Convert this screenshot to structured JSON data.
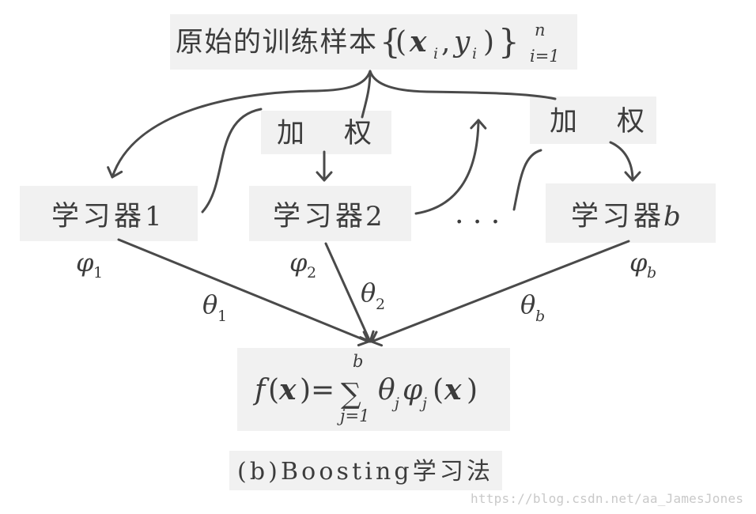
{
  "source": {
    "label": "原始的训练样本",
    "brace_open": "{",
    "paren_open": "(",
    "x": "x",
    "x_sub": "i",
    "comma": ",",
    "y": "y",
    "y_sub": "i",
    "paren_close": ")",
    "brace_close": "}",
    "sup": "n",
    "sub": "i=1"
  },
  "weighting": [
    {
      "label": "加 权"
    },
    {
      "label": "加 权"
    }
  ],
  "ellipsis": ". . .",
  "learners": [
    {
      "label": "学习器",
      "index": "1",
      "output": "φ",
      "output_sub": "1",
      "weight": "θ",
      "weight_sub": "1"
    },
    {
      "label": "学习器",
      "index": "2",
      "output": "φ",
      "output_sub": "2",
      "weight": "θ",
      "weight_sub": "2"
    },
    {
      "label": "学习器",
      "index": "b",
      "output": "φ",
      "output_sub": "b",
      "weight": "θ",
      "weight_sub": "b"
    }
  ],
  "formula": {
    "f": "f",
    "open": "(",
    "var": "x",
    "close_eq": ")=",
    "sum": "∑",
    "sum_upper": "b",
    "sum_lower": "j=1",
    "theta": "θ",
    "theta_sub": "j",
    "phi": "φ",
    "phi_sub": "j",
    "arg_open": "(",
    "arg_var": "x",
    "arg_close": ")"
  },
  "caption": "(b)Boosting学习法",
  "watermark": "https://blog.csdn.net/aa_JamesJones",
  "colors": {
    "ink": "#3c3c3c",
    "patch": "#f1f1f1",
    "watermark": "#c9c9c9"
  }
}
